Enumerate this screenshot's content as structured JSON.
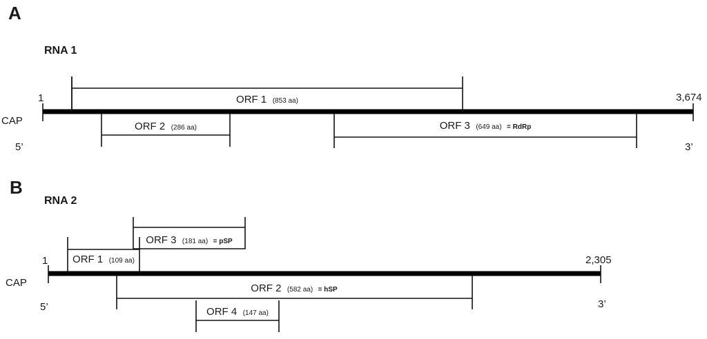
{
  "panel_a": {
    "letter": "A",
    "rna_title": "RNA 1",
    "start_num": "1",
    "end_num": "3,674",
    "cap": "CAP",
    "five_prime": "5’",
    "three_prime": "3’",
    "orfs": [
      {
        "name": "ORF 1",
        "aa": "(853 aa)",
        "product": ""
      },
      {
        "name": "ORF 2",
        "aa": "(286 aa)",
        "product": ""
      },
      {
        "name": "ORF 3",
        "aa": "(649 aa)",
        "product": "= RdRp"
      }
    ]
  },
  "panel_b": {
    "letter": "B",
    "rna_title": "RNA 2",
    "start_num": "1",
    "end_num": "2,305",
    "cap": "CAP",
    "five_prime": "5’",
    "three_prime": "3’",
    "orfs": [
      {
        "name": "ORF 3",
        "aa": "(181 aa)",
        "product": "= pSP"
      },
      {
        "name": "ORF 1",
        "aa": "(109 aa)",
        "product": ""
      },
      {
        "name": "ORF 2",
        "aa": "(582 aa)",
        "product": "= hSP"
      },
      {
        "name": "ORF 4",
        "aa": "(147 aa)",
        "product": ""
      }
    ]
  }
}
